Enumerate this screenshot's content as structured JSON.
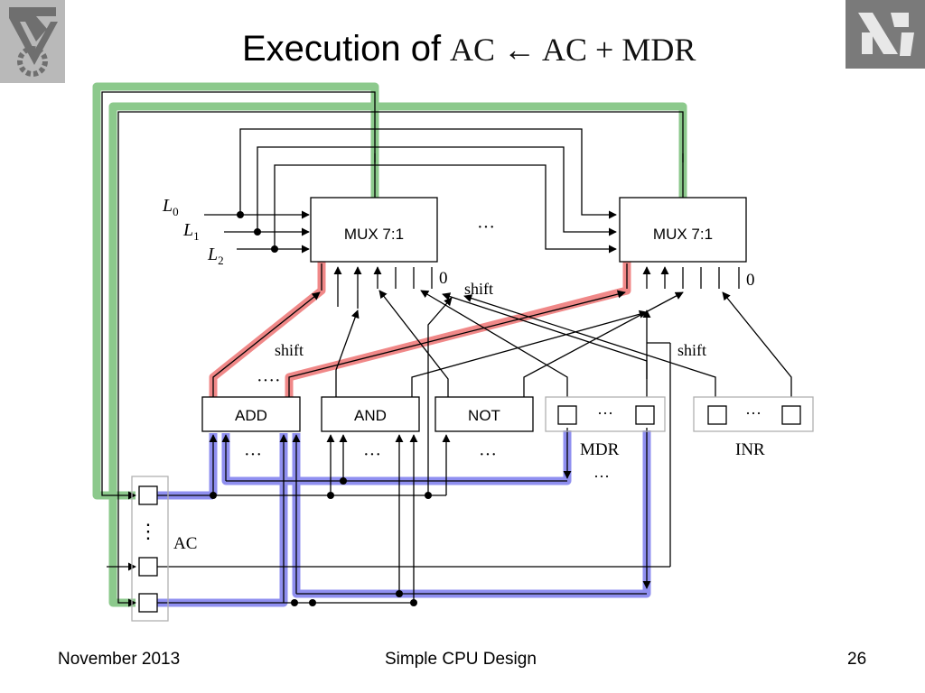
{
  "header": {
    "title_prefix": "Execution of",
    "title_formula": "AC ← AC + MDR",
    "logo_left_icon": "technion-logo-icon",
    "logo_right_icon": "hebrew-letters-logo-icon"
  },
  "diagram": {
    "mux_left": "MUX 7:1",
    "mux_right": "MUX 7:1",
    "selectors": [
      "L",
      "L",
      "L"
    ],
    "selector_subs": [
      "0",
      "1",
      "2"
    ],
    "mux_ellipsis": "···",
    "zero_left": "0",
    "zero_right": "0",
    "shift_labels": [
      "shift",
      "shift",
      "shift"
    ],
    "units": [
      "ADD",
      "AND",
      "NOT"
    ],
    "mdr_label": "MDR",
    "inr_label": "INR",
    "ac_label": "AC",
    "ellipsis": "···",
    "vdots": "⋮",
    "dash_ellipsis": "····",
    "colors": {
      "green": "#8cc98c",
      "red": "#f08888",
      "blue": "#8f8ff0",
      "line": "#000000",
      "box_border": "#b0b0b0"
    }
  },
  "footer": {
    "date": "November 2013",
    "subject": "Simple CPU Design",
    "page": "26"
  }
}
